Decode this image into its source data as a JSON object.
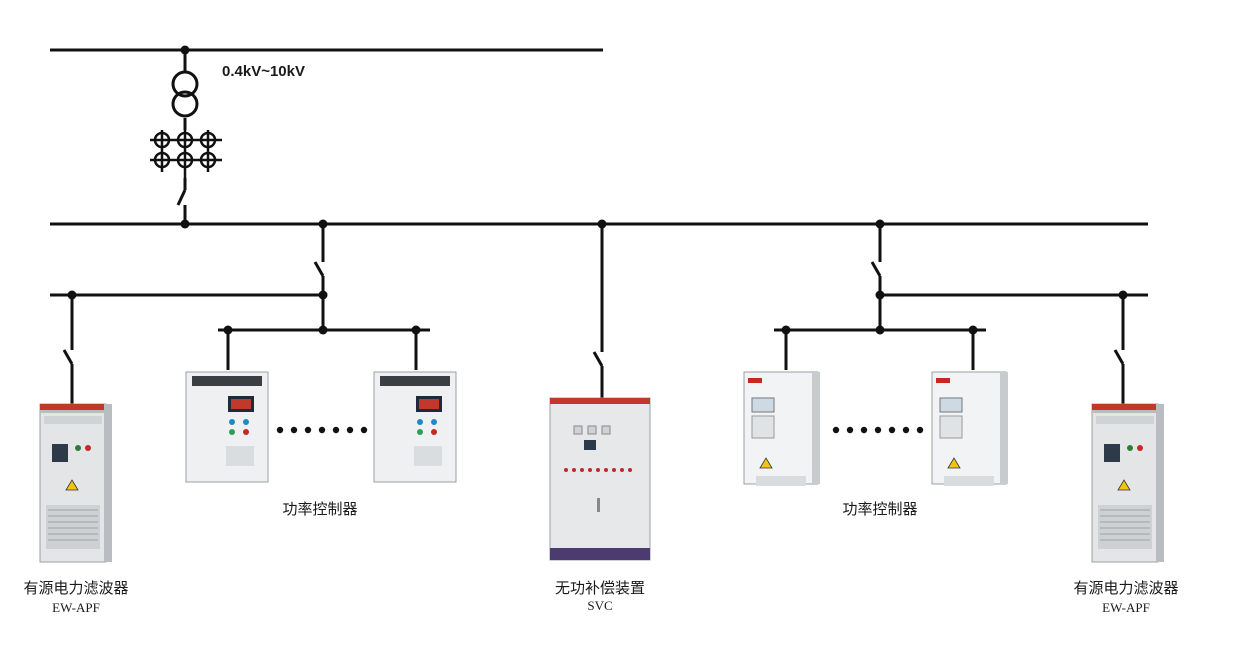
{
  "transformer": {
    "voltage_label": "0.4kV~10kV"
  },
  "left_controllers": {
    "label": "功率控制器",
    "ellipsis": "•••••••"
  },
  "right_controllers": {
    "label": "功率控制器",
    "ellipsis": "•••••••"
  },
  "left_filter": {
    "name": "有源电力滤波器",
    "model": "EW-APF"
  },
  "svc": {
    "name": "无功补偿装置",
    "model": "SVC"
  },
  "right_filter": {
    "name": "有源电力滤波器",
    "model": "EW-APF"
  },
  "colors": {
    "line": "#111111",
    "cabinet": "#e6e8ea",
    "cabinet_stripe": "#c0392b",
    "panel_dark": "#2d3a4a",
    "drive_body": "#f2f3f5"
  }
}
